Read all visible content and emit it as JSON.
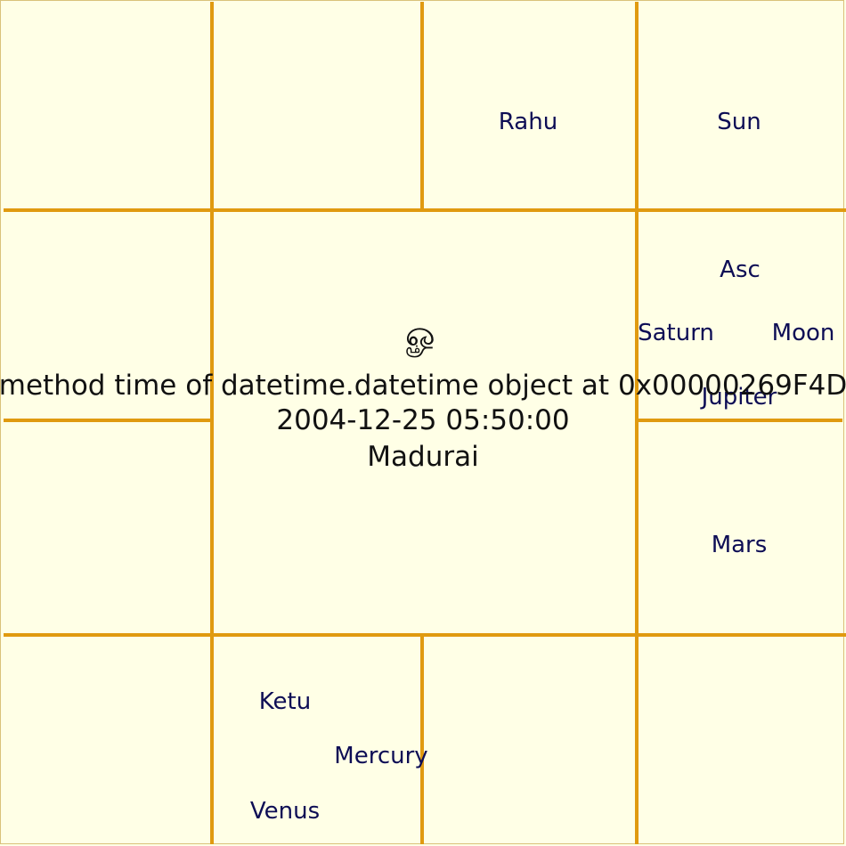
{
  "colors": {
    "background": "#ffffe6",
    "grid_lines": "#e09a10",
    "planet_text": "#0d0d55",
    "center_text": "#111111"
  },
  "chart": {
    "symbol": "ௐ",
    "time_label": "method time of datetime.datetime object at 0x00000269F4D",
    "datetime": "2004-12-25 05:50:00",
    "place": "Madurai"
  },
  "houses": {
    "top_row_3": [
      "Rahu"
    ],
    "top_right": [
      "Sun"
    ],
    "right_upper": [
      "Asc",
      "Saturn",
      "Moon",
      "Jupiter"
    ],
    "right_lower": [
      "Mars"
    ],
    "bottom_row_2": [
      "Ketu",
      "Mercury",
      "Venus"
    ]
  }
}
